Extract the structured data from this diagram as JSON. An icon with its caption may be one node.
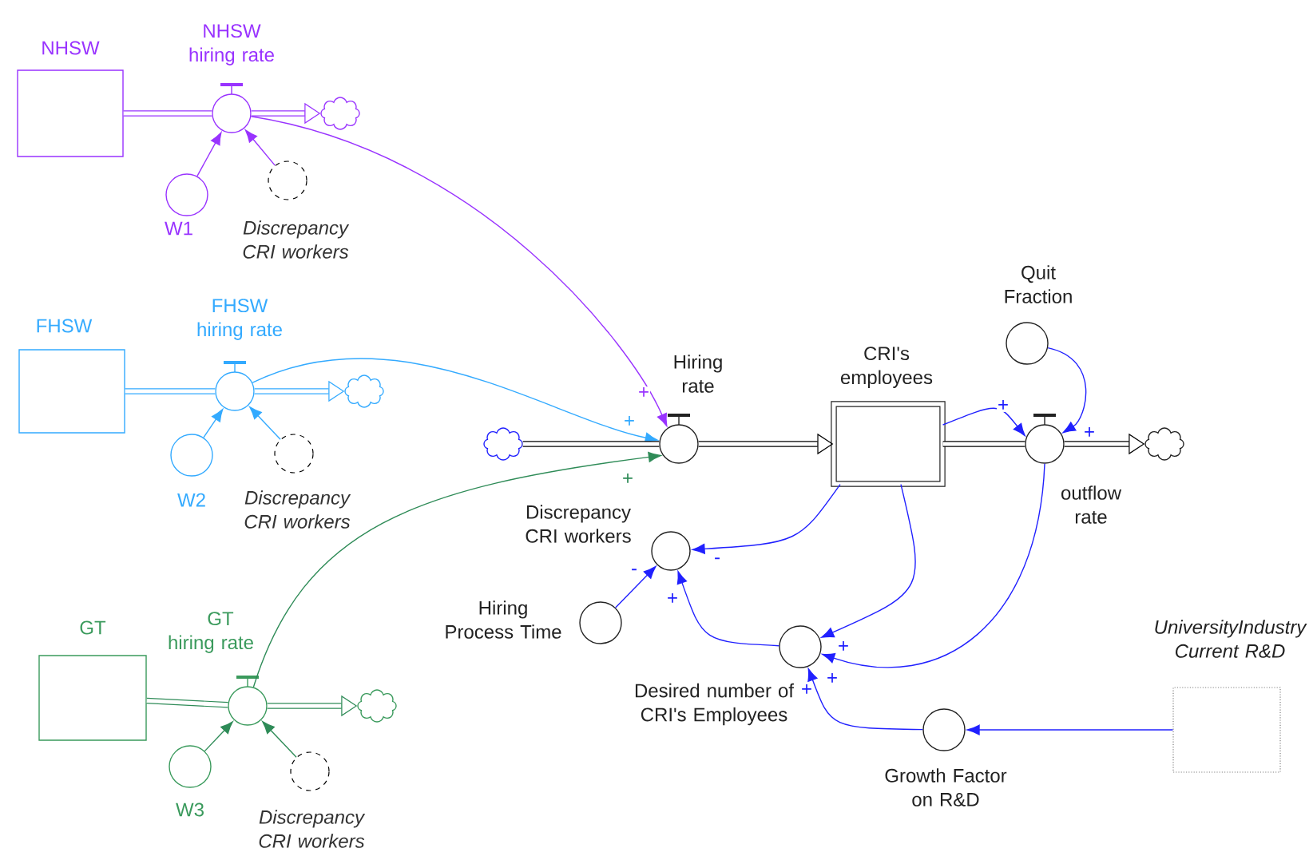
{
  "diagram": {
    "nodes": [
      {
        "text": [
          "NHSW"
        ]
      },
      {
        "text": [
          "NHSW hiring rate"
        ]
      },
      {
        "text": [],
        "shape": "cloud"
      },
      {
        "text": [
          "W1"
        ]
      },
      {
        "text": [
          "Discrepancy CRI workers"
        ]
      },
      {
        "text": [
          "FHSW"
        ]
      },
      {
        "text": [
          "FHSW hiring rate"
        ]
      },
      {
        "text": [],
        "shape": "cloud"
      },
      {
        "text": [
          "W2"
        ]
      },
      {
        "text": [
          "Discrepancy CRI workers"
        ]
      },
      {
        "text": [
          "GT"
        ]
      },
      {
        "text": [
          "GT hiring rate"
        ]
      },
      {
        "text": [],
        "shape": "cloud"
      },
      {
        "text": [
          "W3"
        ]
      },
      {
        "text": [
          "Discrepancy CRI workers"
        ]
      },
      {
        "text": [],
        "shape": "cloud"
      },
      {
        "text": [
          "Hiring rate"
        ]
      },
      {
        "text": [
          "CRI's employees"
        ]
      },
      {
        "text": [
          "outflow rate"
        ]
      },
      {
        "text": [],
        "shape": "cloud"
      },
      {
        "text": [
          "Quit Fraction"
        ]
      },
      {
        "text": [
          "Discrepancy CRI workers"
        ]
      },
      {
        "text": [
          "Hiring Process Time"
        ]
      },
      {
        "text": [
          "Desired number of CRI's Employees"
        ]
      },
      {
        "text": [
          "Growth Factor on R&D"
        ]
      },
      {
        "text": [
          "UniversityIndustry Current R&D"
        ]
      }
    ],
    "edges": [
      {
        "from": 0,
        "to": 1,
        "arrow": "none",
        "style": "thick",
        "color": "#9933ff"
      },
      {
        "from": 1,
        "to": 2,
        "arrow": "to",
        "style": "thick",
        "color": "#9933ff"
      },
      {
        "from": 3,
        "to": 1,
        "arrow": "to",
        "color": "#9933ff"
      },
      {
        "from": 4,
        "to": 1,
        "arrow": "to",
        "color": "#9933ff"
      },
      {
        "from": 1,
        "to": 16,
        "arrow": "to",
        "label": "+",
        "color": "#9933ff"
      },
      {
        "from": 5,
        "to": 6,
        "arrow": "none",
        "style": "thick",
        "color": "#33aaff"
      },
      {
        "from": 6,
        "to": 7,
        "arrow": "to",
        "style": "thick",
        "color": "#33aaff"
      },
      {
        "from": 8,
        "to": 6,
        "arrow": "to",
        "color": "#33aaff"
      },
      {
        "from": 9,
        "to": 6,
        "arrow": "to",
        "color": "#33aaff"
      },
      {
        "from": 6,
        "to": 16,
        "arrow": "to",
        "label": "+",
        "color": "#33aaff"
      },
      {
        "from": 10,
        "to": 11,
        "arrow": "none",
        "style": "thick",
        "color": "#2e8b57"
      },
      {
        "from": 11,
        "to": 12,
        "arrow": "to",
        "style": "thick",
        "color": "#2e8b57"
      },
      {
        "from": 13,
        "to": 11,
        "arrow": "to",
        "color": "#2e8b57"
      },
      {
        "from": 14,
        "to": 11,
        "arrow": "to",
        "color": "#2e8b57"
      },
      {
        "from": 11,
        "to": 16,
        "arrow": "to",
        "label": "+",
        "color": "#2e8b57"
      },
      {
        "from": 15,
        "to": 16,
        "arrow": "none",
        "style": "thick",
        "color": "#000000"
      },
      {
        "from": 16,
        "to": 17,
        "arrow": "to",
        "style": "thick",
        "color": "#000000"
      },
      {
        "from": 17,
        "to": 18,
        "arrow": "none",
        "style": "thick",
        "color": "#000000"
      },
      {
        "from": 18,
        "to": 19,
        "arrow": "to",
        "style": "thick",
        "color": "#000000"
      },
      {
        "from": 20,
        "to": 18,
        "arrow": "to",
        "label": "+"
      },
      {
        "from": 17,
        "to": 18,
        "arrow": "to",
        "label": "+"
      },
      {
        "from": 17,
        "to": 21,
        "arrow": "to",
        "label": "-"
      },
      {
        "from": 17,
        "to": 23,
        "arrow": "to",
        "label": "+"
      },
      {
        "from": 18,
        "to": 23,
        "arrow": "to",
        "label": "+"
      },
      {
        "from": 22,
        "to": 21,
        "arrow": "to",
        "label": "-"
      },
      {
        "from": 23,
        "to": 21,
        "arrow": "to",
        "label": "+"
      },
      {
        "from": 24,
        "to": 23,
        "arrow": "to",
        "label": "+"
      },
      {
        "from": 25,
        "to": 24,
        "arrow": "to"
      }
    ]
  }
}
